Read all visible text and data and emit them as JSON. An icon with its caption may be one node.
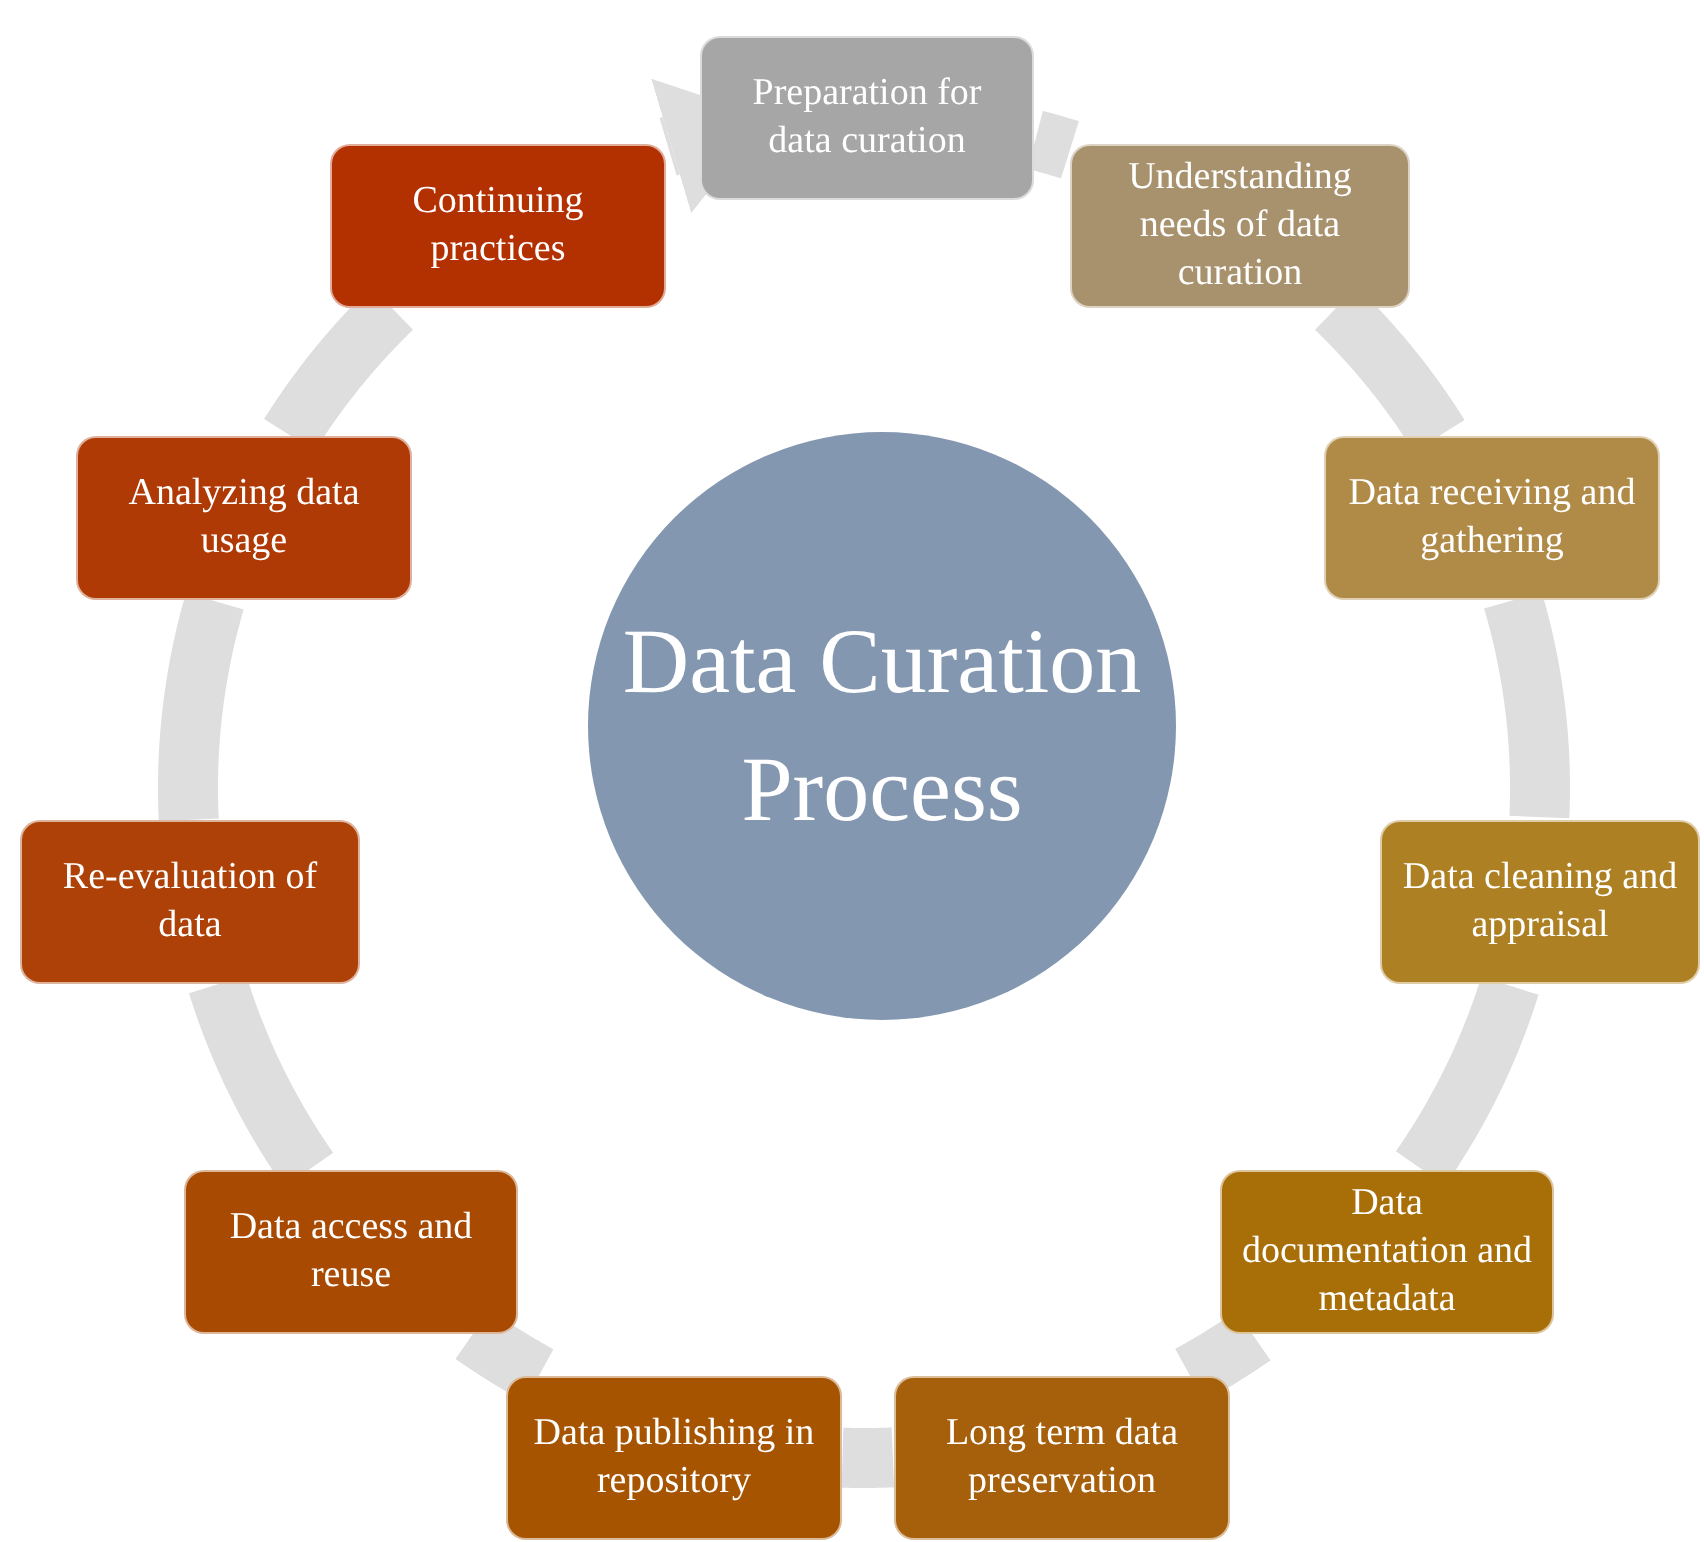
{
  "diagram": {
    "nodes": [
      {
        "text": [
          "Preparation for data curation"
        ]
      },
      {
        "text": [
          "Understanding needs of data curation"
        ]
      },
      {
        "text": [
          "Data receiving and gathering"
        ]
      },
      {
        "text": [
          "Data cleaning and appraisal"
        ]
      },
      {
        "text": [
          "Data documentation and metadata"
        ]
      },
      {
        "text": [
          "Long term data preservation"
        ]
      },
      {
        "text": [
          "Data publishing in repository"
        ]
      },
      {
        "text": [
          "Data access and reuse"
        ]
      },
      {
        "text": [
          "Re-evaluation of data"
        ]
      },
      {
        "text": [
          "Analyzing data usage"
        ]
      },
      {
        "text": [
          "Continuing practices"
        ]
      },
      {
        "text": [
          "Data Curation Process"
        ]
      }
    ],
    "edges": [
      {
        "from": 0,
        "to": 1,
        "arrow": "none"
      },
      {
        "from": 1,
        "to": 2,
        "arrow": "none"
      },
      {
        "from": 2,
        "to": 3,
        "arrow": "none"
      },
      {
        "from": 3,
        "to": 4,
        "arrow": "none"
      },
      {
        "from": 4,
        "to": 5,
        "arrow": "none"
      },
      {
        "from": 5,
        "to": 6,
        "arrow": "none"
      },
      {
        "from": 6,
        "to": 7,
        "arrow": "none"
      },
      {
        "from": 7,
        "to": 8,
        "arrow": "none"
      },
      {
        "from": 8,
        "to": 9,
        "arrow": "none"
      },
      {
        "from": 9,
        "to": 10,
        "arrow": "none"
      },
      {
        "from": 10,
        "to": 0,
        "arrow": "to"
      }
    ]
  }
}
